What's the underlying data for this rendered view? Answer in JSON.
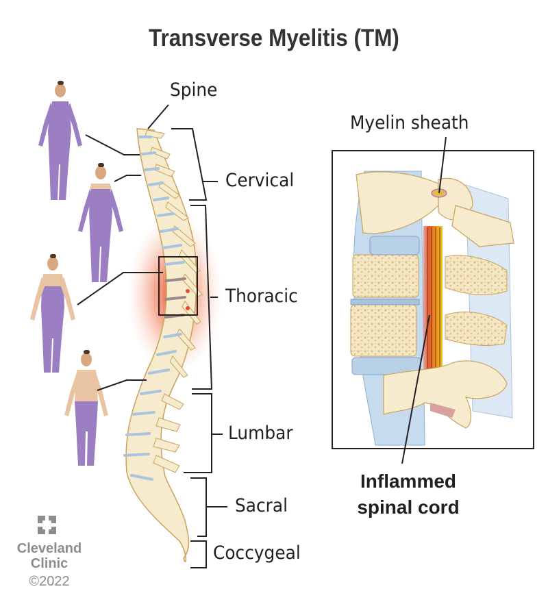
{
  "title": "Transverse Myelitis (TM)",
  "labels": {
    "spine": "Spine",
    "cervical": "Cervical",
    "thoracic": "Thoracic",
    "lumbar": "Lumbar",
    "sacral": "Sacral",
    "coccygeal": "Coccygeal",
    "myelin_sheath": "Myelin sheath",
    "inflamed_line1": "Inflammed",
    "inflamed_line2": "spinal cord"
  },
  "body_figures": [
    {
      "affected_region": "neck down",
      "highlight": "purple"
    },
    {
      "affected_region": "shoulders down",
      "highlight": "purple"
    },
    {
      "affected_region": "mid-torso down",
      "highlight": "purple"
    },
    {
      "affected_region": "waist down",
      "highlight": "purple"
    }
  ],
  "logo": {
    "name_line1": "Cleveland",
    "name_line2": "Clinic",
    "copyright": "©2022"
  },
  "colors": {
    "affected_purple": "#9b7fc2",
    "skin": "#e8c4a2",
    "bone": "#f6ebcc",
    "bone_outline": "#c9a25a",
    "disc_blue": "#a9c4dc",
    "inflammation_red": "#e8482a",
    "line": "#231f20"
  }
}
